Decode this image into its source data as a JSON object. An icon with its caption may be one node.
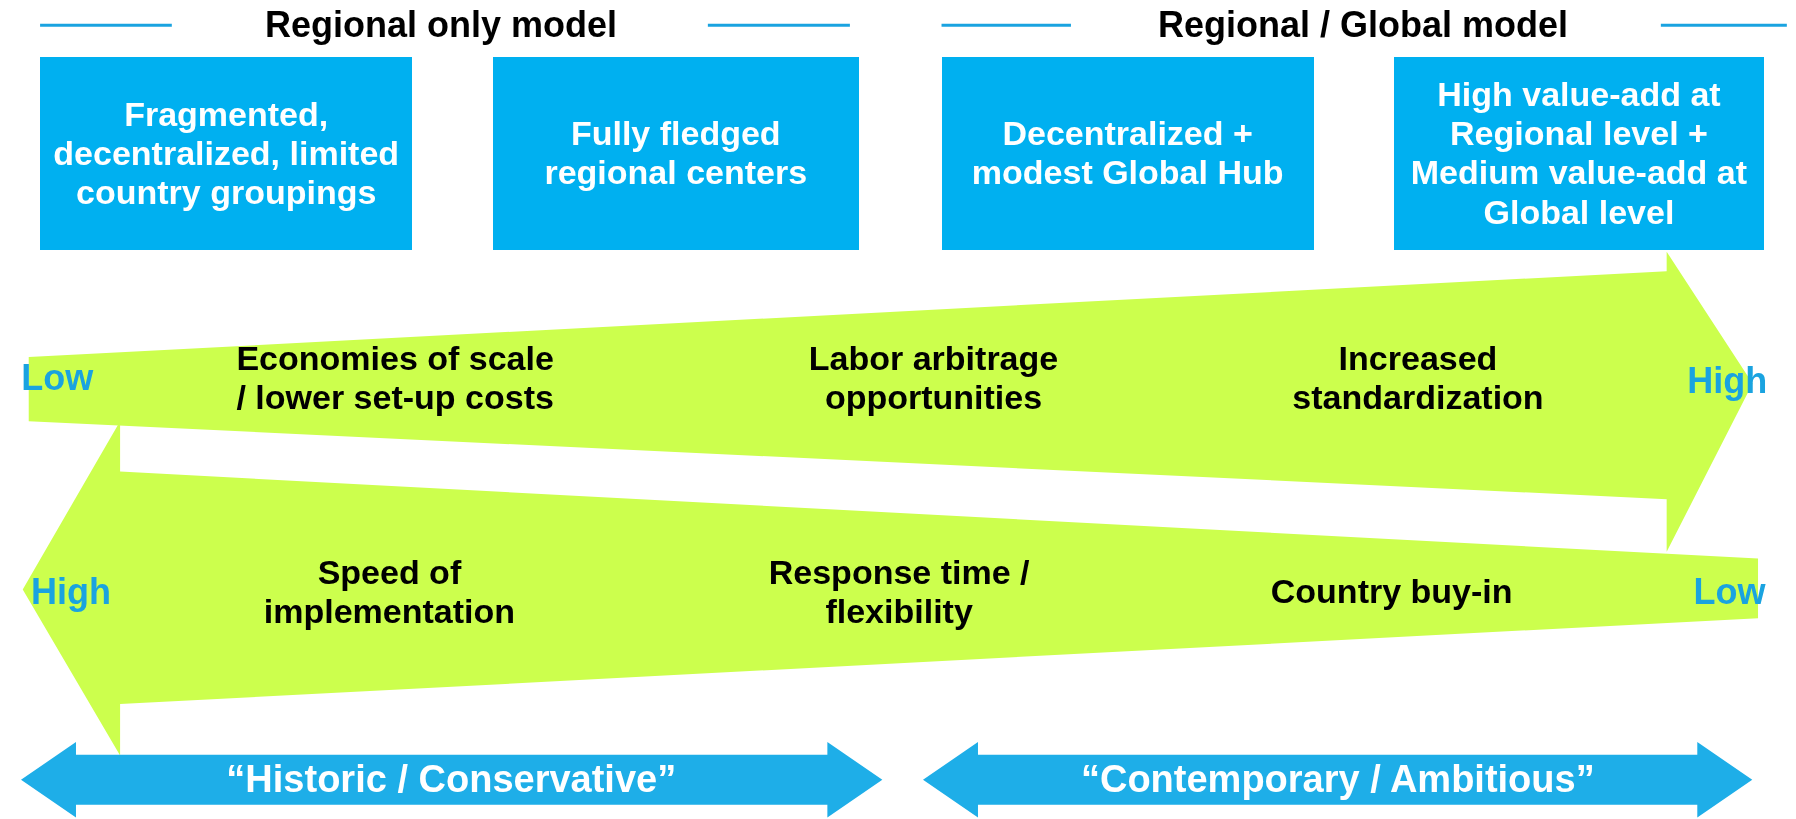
{
  "diagram": {
    "nodes": [
      {
        "text": [
          "Fragmented, decentralized, limited country groupings"
        ]
      },
      {
        "text": [
          "Fully fledged regional centers"
        ]
      },
      {
        "text": [
          "Decentralized + modest Global Hub"
        ]
      },
      {
        "text": [
          "High value-add at Regional level + Medium value-add at Global level"
        ]
      },
      {
        "text": [
          "Low",
          "Economies of scale / lower set-up costs",
          "Labor arbitrage opportunities",
          "Increased standardization",
          "High"
        ]
      },
      {
        "text": [
          "High",
          "Speed of implementation",
          "Response time / flexibility",
          "Country buy-in",
          "Low"
        ]
      },
      {
        "text": [
          "“Historic / Conservative”"
        ]
      },
      {
        "text": [
          "“Contemporary / Ambitious”"
        ]
      }
    ],
    "labels": [
      "Regional only model",
      "Regional / Global model"
    ]
  }
}
